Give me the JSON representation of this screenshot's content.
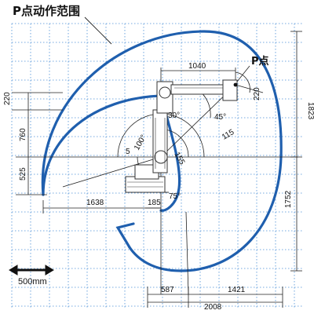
{
  "title": "P点动作范围",
  "p_point_label": "P点",
  "scale": {
    "label": "500mm"
  },
  "dimensions": {
    "top_1040": "1040",
    "left_220": "220",
    "left_760": "760",
    "left_525": "525",
    "right_1823": "1823",
    "right_1752": "1752",
    "bottom_1638": "1638",
    "bottom_185": "185",
    "bottom_587": "587",
    "bottom_1421": "1421",
    "bottom_2008": "2008",
    "upper_arm_220": "220"
  },
  "angles": {
    "a30": "30°",
    "a45": "45°",
    "a115": "115",
    "a100": "100°",
    "a155": "155",
    "a5": "5",
    "a75": "75°"
  },
  "colors": {
    "envelope": "#1f5fae",
    "grid": "#4a8fd6",
    "line": "#222222"
  }
}
